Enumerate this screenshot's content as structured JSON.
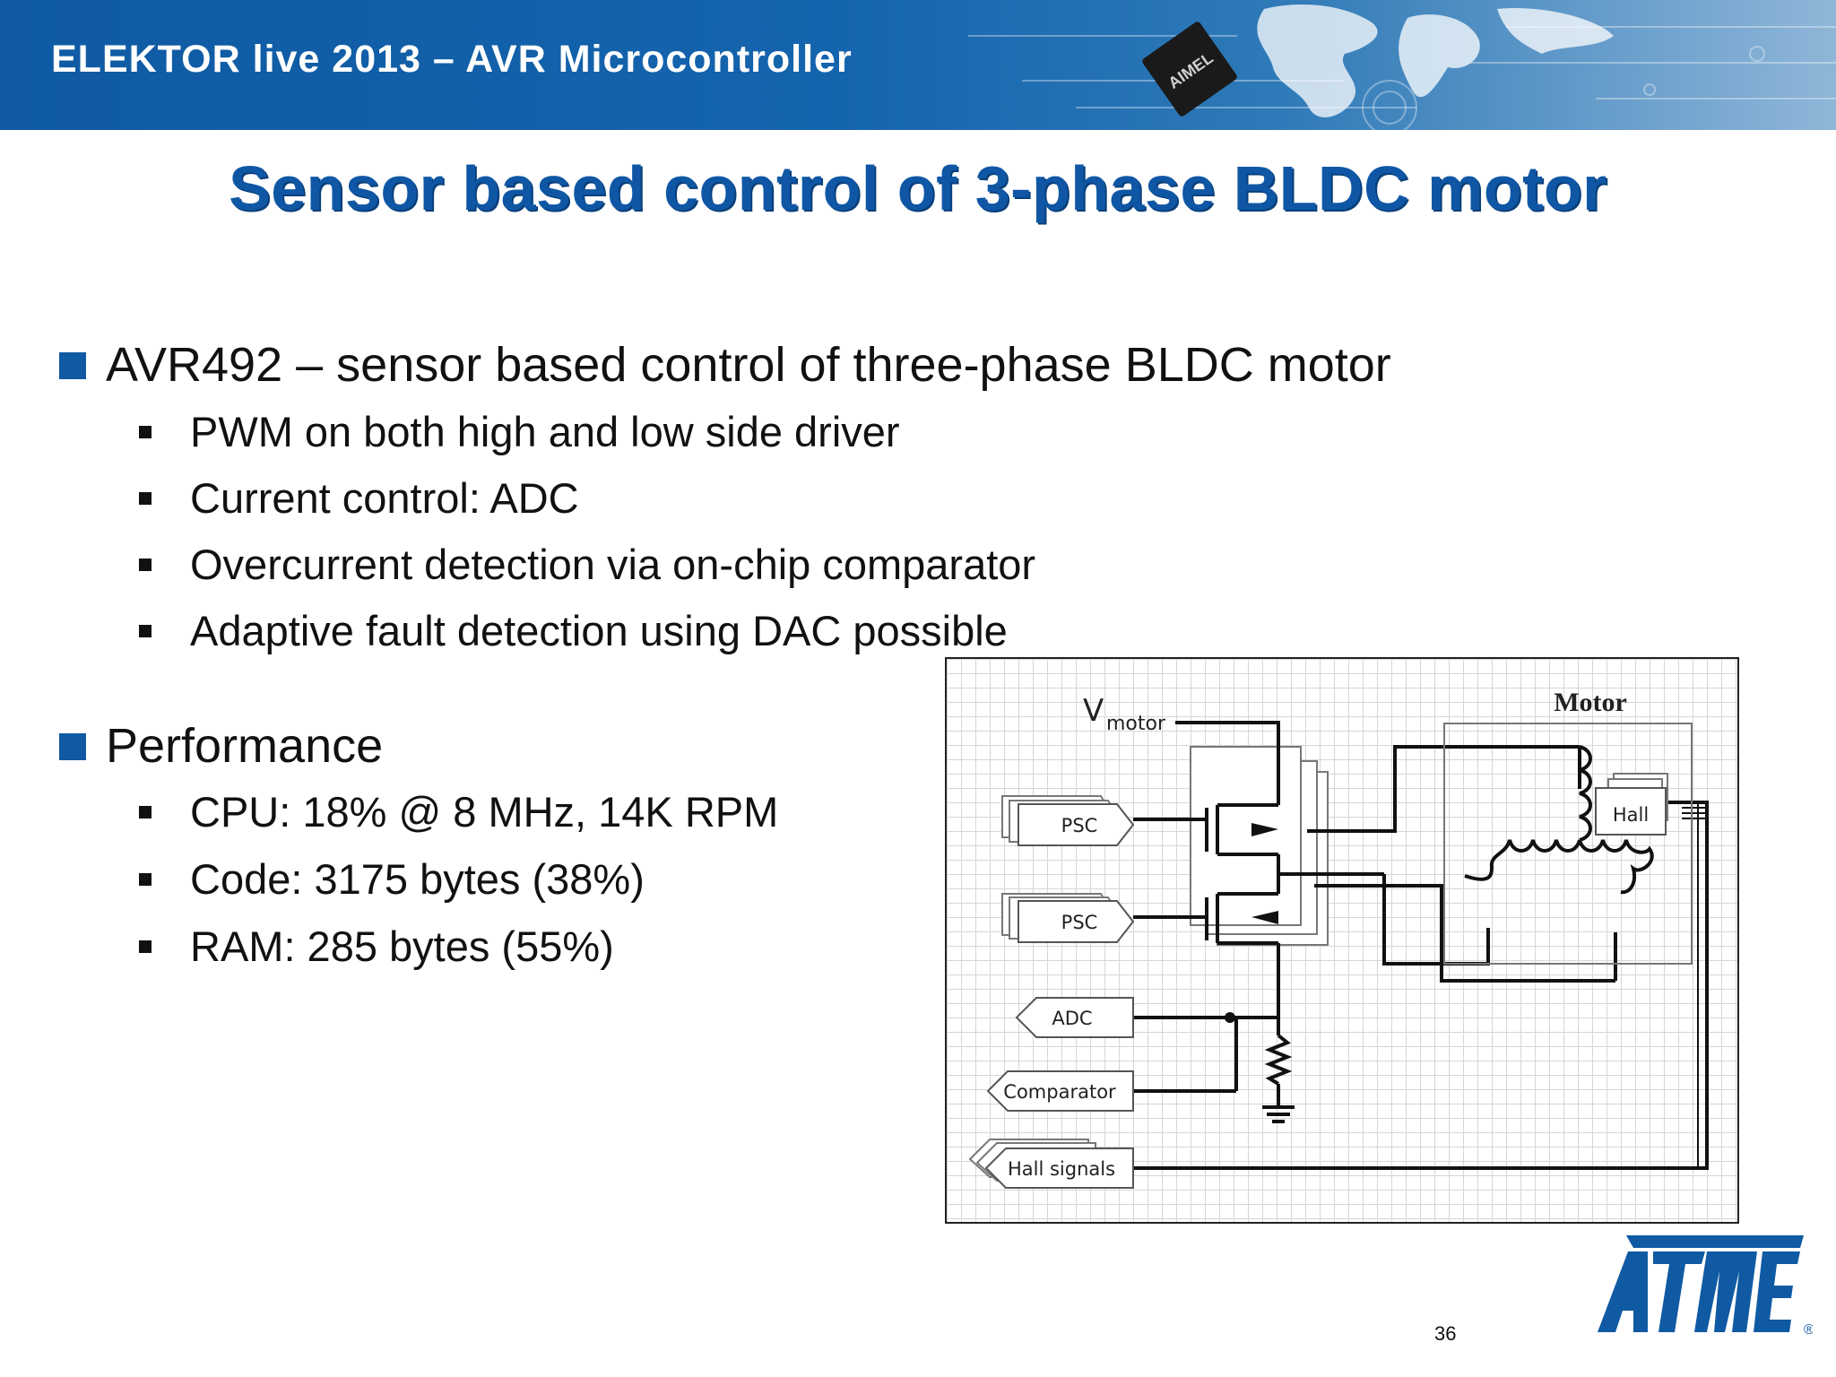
{
  "header": {
    "title": "ELEKTOR live 2013 – AVR Microcontroller",
    "chip_label": "AIMEL"
  },
  "slide": {
    "title": "Sensor based control of 3-phase BLDC motor",
    "bullets": [
      {
        "text": "AVR492 – sensor based control of three-phase BLDC motor",
        "sub": [
          "PWM on both high and low side driver",
          "Current control: ADC",
          "Overcurrent detection via on-chip comparator",
          "Adaptive fault detection using DAC possible"
        ]
      },
      {
        "text": "Performance",
        "sub": [
          "CPU: 18% @ 8 MHz, 14K RPM",
          "Code: 3175 bytes (38%)",
          "RAM: 285 bytes (55%)"
        ]
      }
    ]
  },
  "diagram": {
    "vmotor_v": "V",
    "vmotor_sub": "motor",
    "motor_label": "Motor",
    "hall_label": "Hall",
    "psc1_label": "PSC",
    "psc2_label": "PSC",
    "adc_label": "ADC",
    "comparator_label": "Comparator",
    "hall_signals_label": "Hall signals"
  },
  "footer": {
    "page_number": "36",
    "logo_text": "AIMEL",
    "logo_mark": "®"
  },
  "colors": {
    "brand_blue": "#0f5aa3",
    "title_blue": "#0f57a5"
  }
}
